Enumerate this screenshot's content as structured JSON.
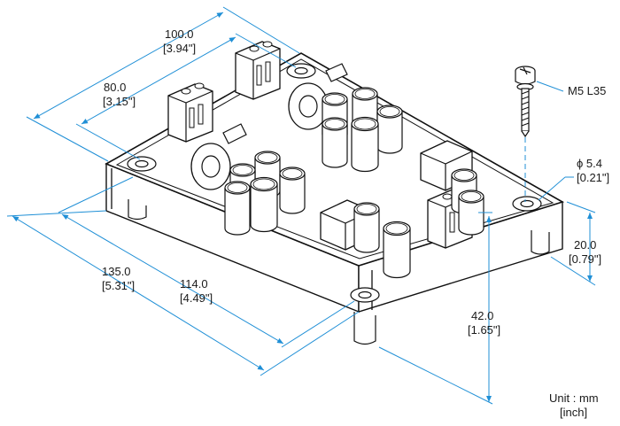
{
  "dimensions": {
    "width_outer": {
      "mm": "100.0",
      "inch": "[3.94\"]"
    },
    "width_holes": {
      "mm": "80.0",
      "inch": "[3.15\"]"
    },
    "length_outer": {
      "mm": "135.0",
      "inch": "[5.31\"]"
    },
    "length_holes": {
      "mm": "114.0",
      "inch": "[4.49\"]"
    },
    "height": {
      "mm": "20.0",
      "inch": "[0.79\"]"
    },
    "component_height": {
      "mm": "42.0",
      "inch": "[1.65\"]"
    },
    "hole_diameter": {
      "mm": "ϕ 5.4",
      "inch": "[0.21\"]"
    }
  },
  "screw": {
    "label": "M5 L35"
  },
  "units": {
    "line1": "Unit : mm",
    "line2": "[inch]"
  }
}
